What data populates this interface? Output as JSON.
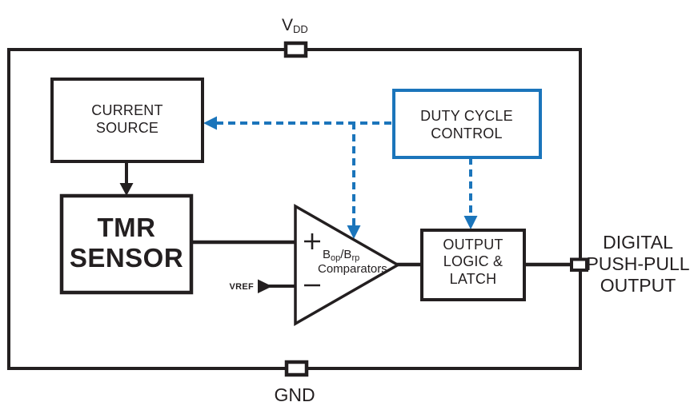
{
  "diagram": {
    "title_semantic": "TMR sensor IC block diagram",
    "pins": {
      "vdd": {
        "main": "V",
        "sub": "DD"
      },
      "gnd": {
        "label": "GND"
      },
      "digital_output": {
        "lines": [
          "DIGITAL",
          "PUSH-PULL",
          "OUTPUT"
        ]
      }
    },
    "blocks": {
      "current_source": {
        "lines": [
          "CURRENT",
          "SOURCE"
        ]
      },
      "tmr_sensor": {
        "lines": [
          "TMR",
          "SENSOR"
        ]
      },
      "duty_cycle_control": {
        "lines": [
          "DUTY CYCLE",
          "CONTROL"
        ]
      },
      "output_logic_latch": {
        "lines": [
          "OUTPUT",
          "LOGIC &",
          "LATCH"
        ]
      }
    },
    "comparator": {
      "label_b1": "B",
      "label_b1_sub": "op",
      "label_b2": "/B",
      "label_b2_sub": "rp",
      "label_line2": "Comparators",
      "vref_label": "VREF",
      "plus_icon": "plus",
      "minus_icon": "minus"
    },
    "colors": {
      "line_black": "#231F20",
      "accent_blue": "#1B75BB",
      "accent_red": "#A32136",
      "background": "#FFFFFF"
    }
  }
}
